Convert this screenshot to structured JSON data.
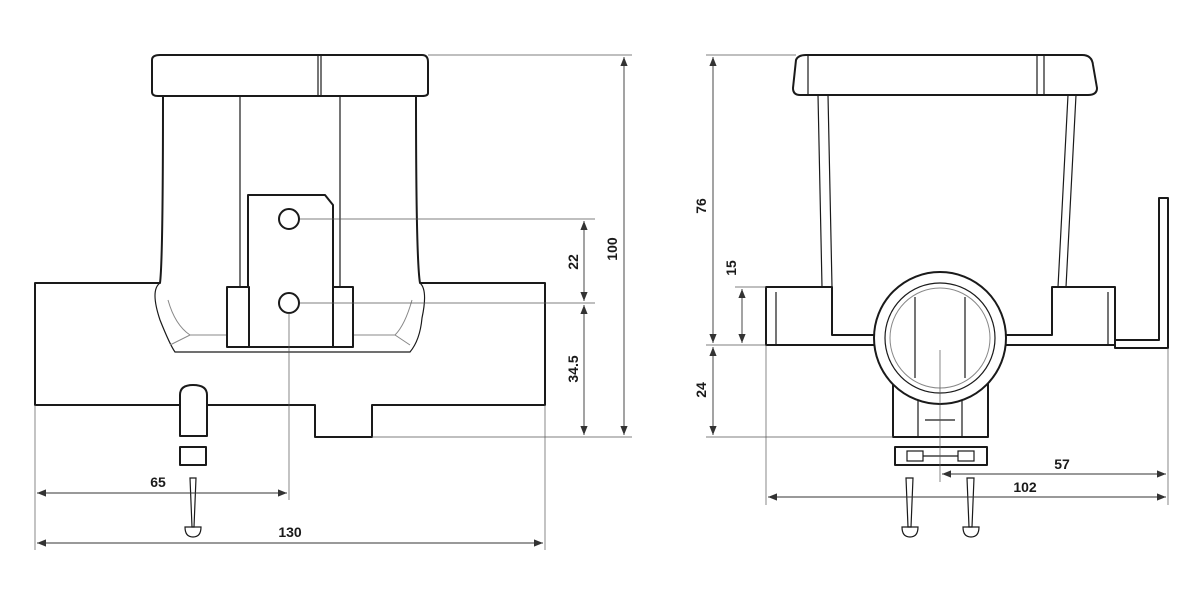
{
  "front_view": {
    "dimensions": {
      "width_total": "130",
      "offset_to_hole": "65",
      "height_total": "100",
      "hole_spacing": "22",
      "hole_to_base": "34.5"
    }
  },
  "side_view": {
    "dimensions": {
      "height_upper": "76",
      "flange_height": "15",
      "height_lower": "24",
      "width_total": "102",
      "offset_center": "57"
    }
  },
  "colors": {
    "line": "#1a1a1a",
    "dimension": "#333333",
    "shade": "#888888"
  }
}
